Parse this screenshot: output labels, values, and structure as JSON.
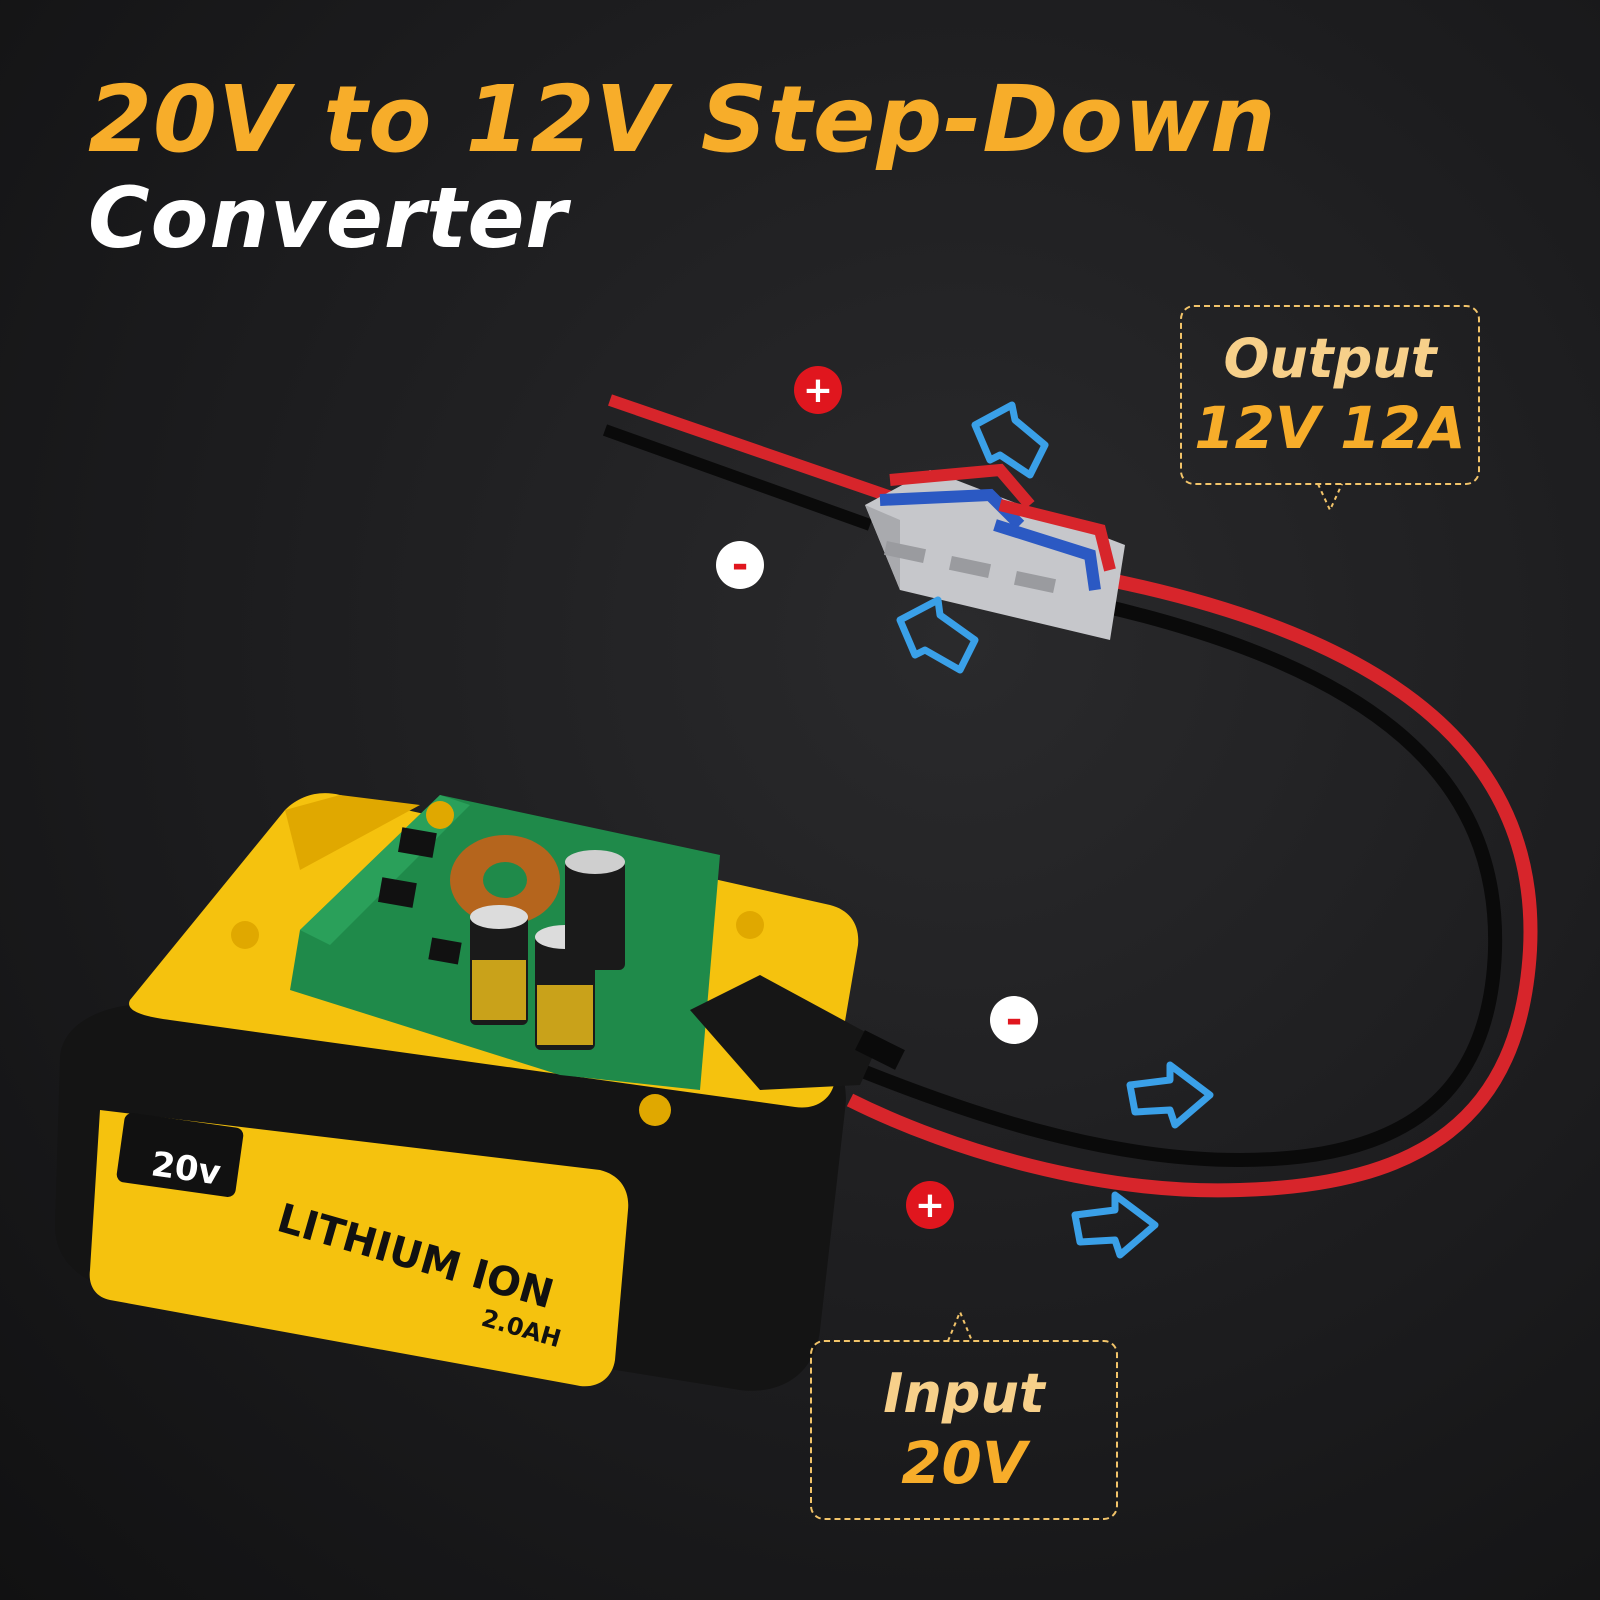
{
  "title": {
    "line1": "20V to 12V Step-Down",
    "line2": "Converter"
  },
  "callouts": {
    "output": {
      "label": "Output",
      "value": "12V 12A"
    },
    "input": {
      "label": "Input",
      "value": "20V"
    }
  },
  "battery": {
    "voltage": "20v",
    "chemistry": "LITHIUM ION",
    "capacity": "2.0AH"
  },
  "polarity": {
    "plus": "+",
    "minus": "-"
  },
  "colors": {
    "accent": "#f7ad2a",
    "battery_yellow": "#f5c20e",
    "wire_red": "#d7252b",
    "wire_black": "#0a0a0a",
    "arrow_blue": "#3aa0e8",
    "pcb_green": "#1f8a4a"
  }
}
